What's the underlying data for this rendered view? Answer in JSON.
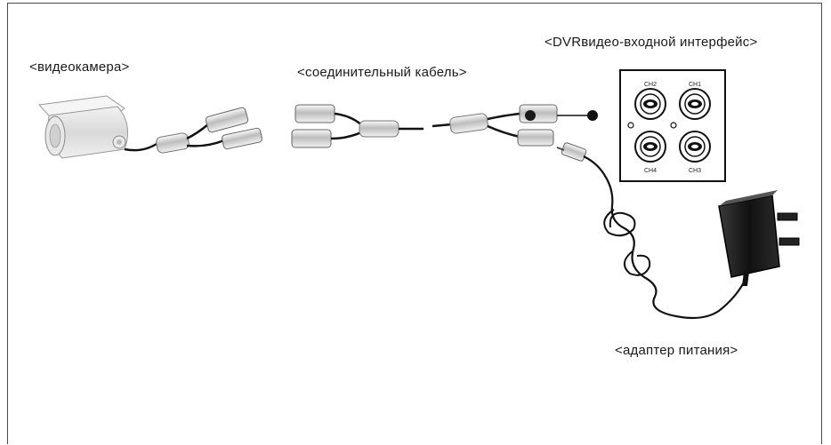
{
  "labels": {
    "camera": "<видеокамера>",
    "cable": "<соединительный кабель>",
    "dvr": "<DVRвидео-входной интерфейс>",
    "adapter": "<адаптер питания>"
  },
  "channels": {
    "ch1": "CH1",
    "ch2": "CH2",
    "ch3": "CH3",
    "ch4": "CH4"
  }
}
